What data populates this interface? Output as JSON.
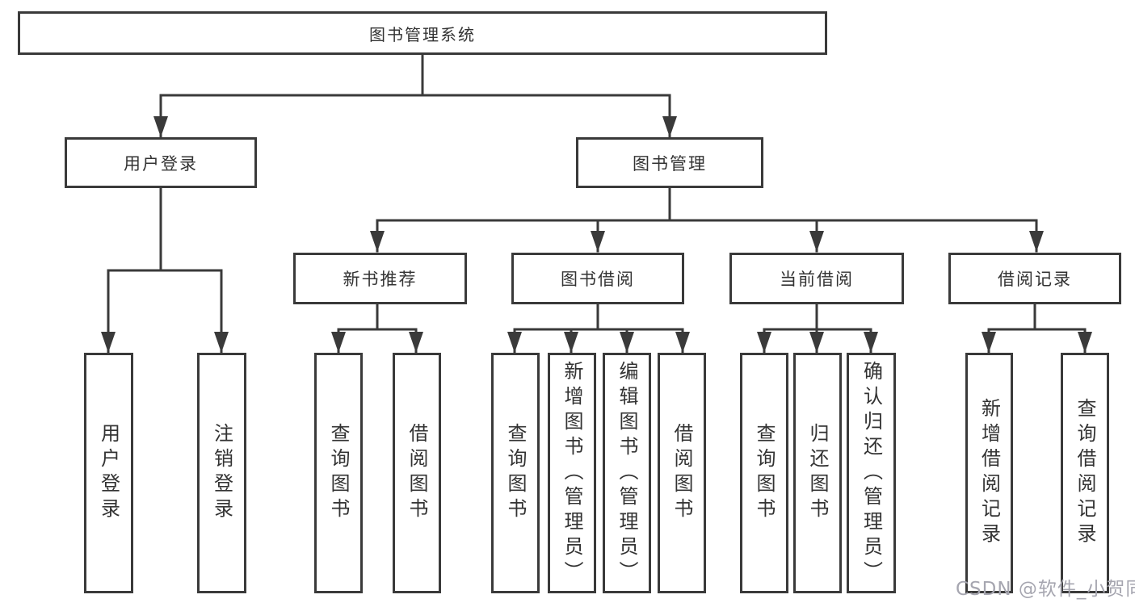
{
  "diagram": {
    "title": "图书管理系统",
    "branches": [
      {
        "label": "用户登录",
        "children": [
          {
            "label": "用户登录"
          },
          {
            "label": "注销登录"
          }
        ]
      },
      {
        "label": "图书管理",
        "children": [
          {
            "label": "新书推荐",
            "children": [
              {
                "label": "查询图书"
              },
              {
                "label": "借阅图书"
              }
            ]
          },
          {
            "label": "图书借阅",
            "children": [
              {
                "label": "查询图书"
              },
              {
                "label": "新增图书（管理员）"
              },
              {
                "label": "编辑图书（管理员）"
              },
              {
                "label": "借阅图书"
              }
            ]
          },
          {
            "label": "当前借阅",
            "children": [
              {
                "label": "查询图书"
              },
              {
                "label": "归还图书"
              },
              {
                "label": "确认归还（管理员）"
              }
            ]
          },
          {
            "label": "借阅记录",
            "children": [
              {
                "label": "新增借阅记录"
              },
              {
                "label": "查询借阅记录"
              }
            ]
          }
        ]
      }
    ]
  },
  "watermark": {
    "text": "CSDN @软件_小贺同学"
  },
  "colors": {
    "line": "#3a3a3a",
    "text": "#333333",
    "watermark": "#a6a6b0",
    "background": "#ffffff"
  }
}
